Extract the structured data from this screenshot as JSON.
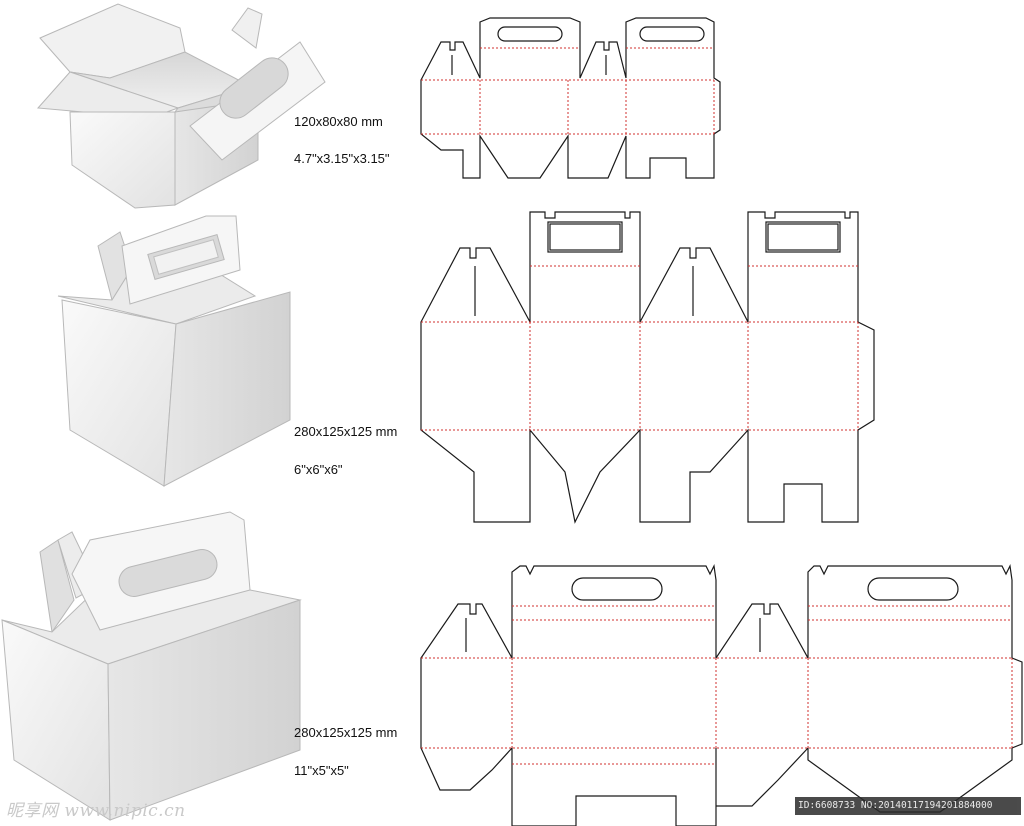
{
  "boxes": [
    {
      "id": "small-box",
      "size_mm": "120x80x80 mm",
      "size_in": "4.7\"x3.15\"x3.15\""
    },
    {
      "id": "medium-box",
      "size_mm": "280x125x125 mm",
      "size_in": "6\"x6\"x6\""
    },
    {
      "id": "large-box",
      "size_mm": "280x125x125 mm",
      "size_in": "11\"x5\"x5\""
    }
  ],
  "colors": {
    "cut_line": "#1a1a1a",
    "fold_line": "#d0302f",
    "box_face_light": "#f4f4f4",
    "box_face_mid": "#e4e4e4",
    "box_face_dark": "#cfcfcf",
    "box_outline": "#b8b8b8"
  },
  "watermark": {
    "left_text": "昵享网 www.nipic.cn",
    "right_text": "ID:6608733 NO:20140117194201884000"
  }
}
